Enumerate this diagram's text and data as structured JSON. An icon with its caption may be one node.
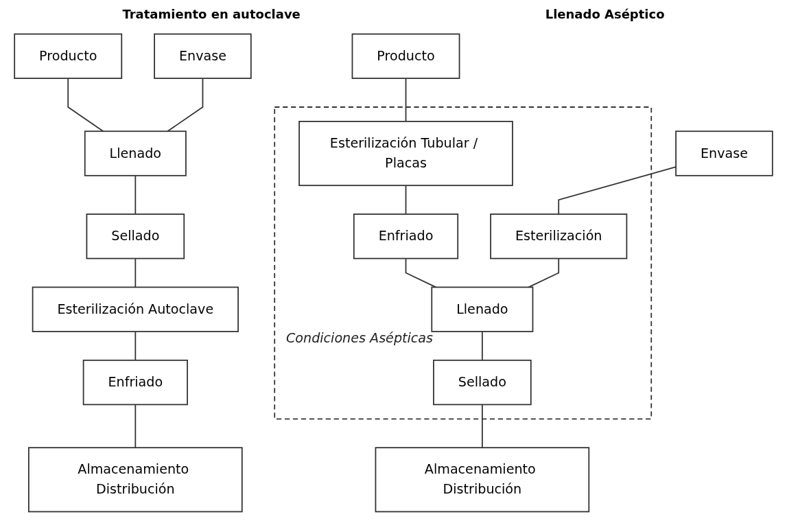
{
  "diagram": {
    "nodes": [
      {
        "text": [
          "Producto"
        ]
      },
      {
        "text": [
          "Envase"
        ]
      },
      {
        "text": [
          "Llenado"
        ]
      },
      {
        "text": [
          "Sellado"
        ]
      },
      {
        "text": [
          "Esterilización Autoclave"
        ]
      },
      {
        "text": [
          "Enfriado"
        ]
      },
      {
        "text": [
          "Almacenamiento Distribución"
        ]
      },
      {
        "text": [
          "Producto"
        ]
      },
      {
        "text": [
          "Envase"
        ]
      },
      {
        "text": [
          "Condiciones Asépticas"
        ]
      },
      {
        "text": [
          "Esterilización Tubular / Placas"
        ],
        "in": 9
      },
      {
        "text": [
          "Esterilización"
        ],
        "in": 9
      },
      {
        "text": [
          "Enfriado"
        ],
        "in": 9
      },
      {
        "text": [
          "Llenado"
        ],
        "in": 9
      },
      {
        "text": [
          "Sellado"
        ],
        "in": 9
      },
      {
        "text": [
          "Almacenamiento Distribución"
        ]
      }
    ],
    "edges": [
      {
        "from": 0,
        "to": 2,
        "arrow": "none"
      },
      {
        "from": 1,
        "to": 2,
        "arrow": "none"
      },
      {
        "from": 2,
        "to": 3,
        "arrow": "none"
      },
      {
        "from": 3,
        "to": 4,
        "arrow": "none"
      },
      {
        "from": 4,
        "to": 5,
        "arrow": "none"
      },
      {
        "from": 5,
        "to": 6,
        "arrow": "none"
      },
      {
        "from": 7,
        "to": 10,
        "arrow": "none"
      },
      {
        "from": 8,
        "to": 11,
        "arrow": "none"
      },
      {
        "from": 10,
        "to": 12,
        "arrow": "none"
      },
      {
        "from": 12,
        "to": 13,
        "arrow": "none"
      },
      {
        "from": 11,
        "to": 13,
        "arrow": "none"
      },
      {
        "from": 13,
        "to": 14,
        "arrow": "none"
      },
      {
        "from": 14,
        "to": 15,
        "arrow": "none"
      }
    ],
    "labels": [
      "Tratamiento en autoclave",
      "Llenado Aséptico"
    ]
  }
}
